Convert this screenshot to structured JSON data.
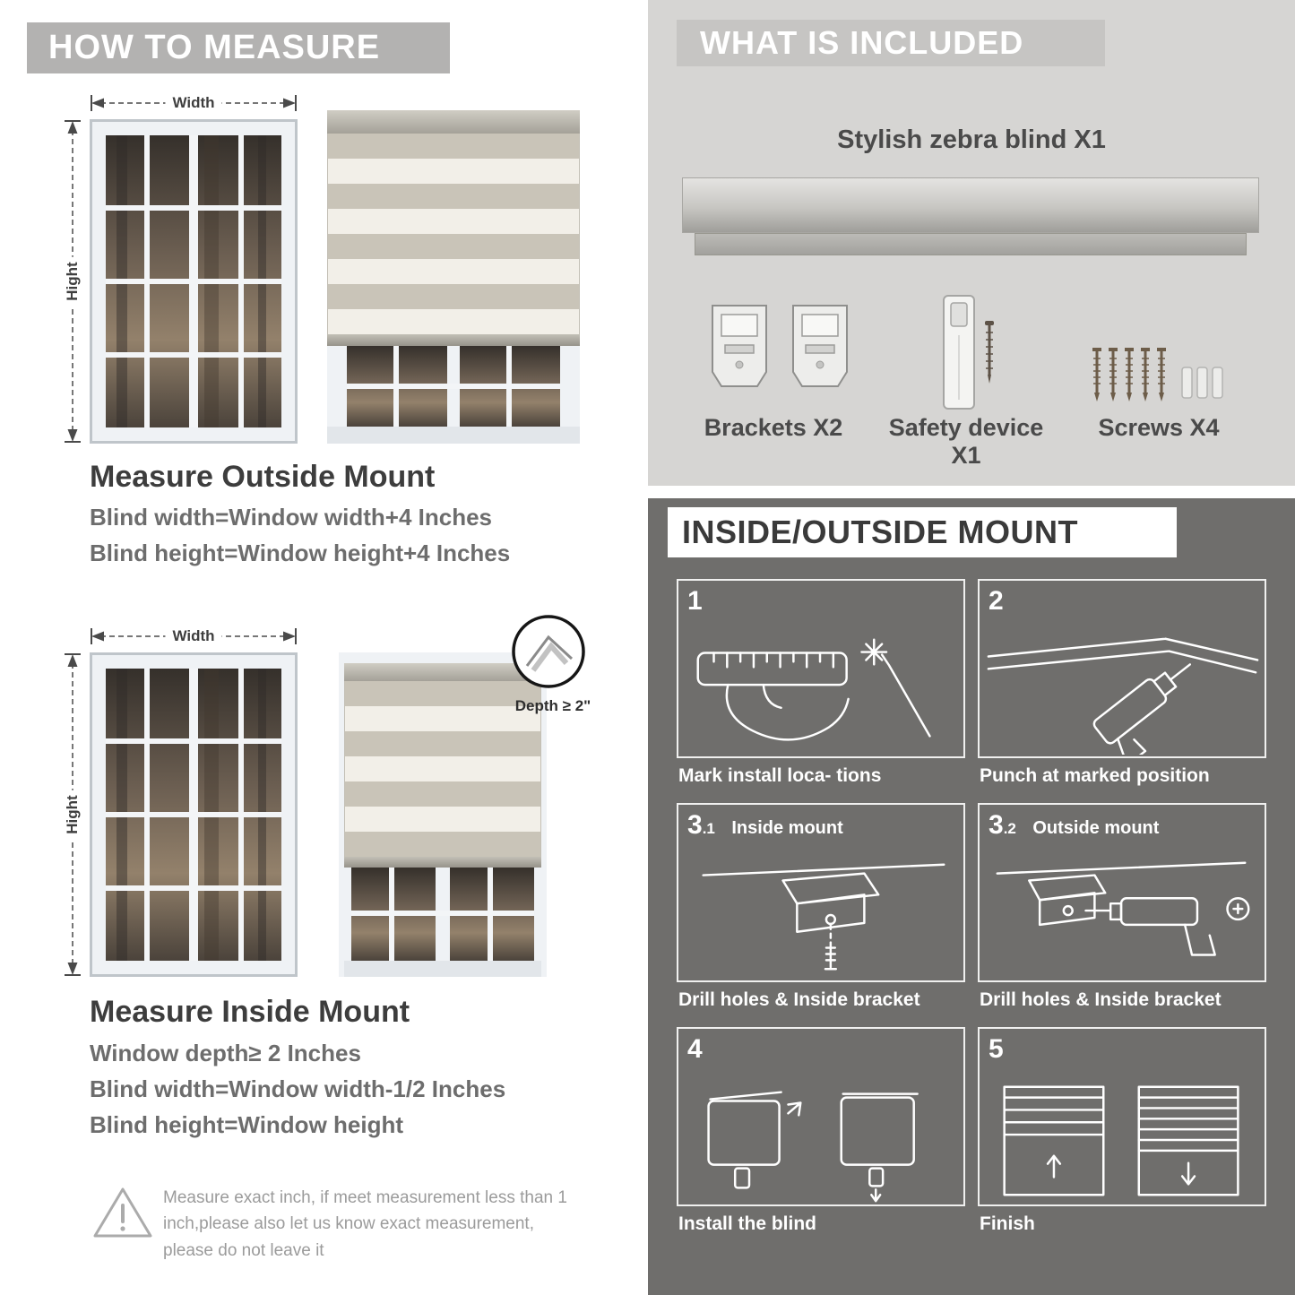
{
  "colors": {
    "left_banner": "#b3b2b1",
    "included_panel": "#d6d5d3",
    "included_band": "#c6c5c3",
    "mount_panel": "#6f6e6c",
    "stripe_tan": "#c9c4b8",
    "stripe_cream": "#f2efe8",
    "text_dark": "#4a4a4a",
    "text_gray": "#6d6d6d"
  },
  "how_to_measure": {
    "header": "HOW TO MEASURE",
    "width_label": "Width",
    "height_label": "Hight",
    "outside": {
      "title": "Measure Outside Mount",
      "lines": [
        "Blind width=Window width+4 Inches",
        "Blind height=Window height+4 Inches"
      ]
    },
    "inside": {
      "title": "Measure Inside Mount",
      "depth_callout": "Depth ≥ 2\"",
      "lines": [
        "Window depth≥ 2 Inches",
        "Blind width=Window width-1/2 Inches",
        "Blind height=Window height"
      ]
    },
    "warning_text": "Measure exact inch, if meet measurement less than 1 inch,please also let us know exact measurement, please do not leave it"
  },
  "included": {
    "header": "WHAT IS INCLUDED",
    "blind_label": "Stylish zebra blind X1",
    "items": [
      {
        "label": "Brackets X2"
      },
      {
        "label": "Safety device X1"
      },
      {
        "label": "Screws X4"
      }
    ]
  },
  "mount": {
    "header": "INSIDE/OUTSIDE MOUNT",
    "steps": [
      {
        "num": "1",
        "sub": "",
        "title": "",
        "caption": "Mark install loca- tions"
      },
      {
        "num": "2",
        "sub": "",
        "title": "",
        "caption": "Punch at marked position"
      },
      {
        "num": "3",
        "sub": ".1",
        "title": "Inside mount",
        "caption": "Drill holes & Inside bracket"
      },
      {
        "num": "3",
        "sub": ".2",
        "title": "Outside mount",
        "caption": "Drill holes & Inside bracket"
      },
      {
        "num": "4",
        "sub": "",
        "title": "",
        "caption": "Install the blind"
      },
      {
        "num": "5",
        "sub": "",
        "title": "",
        "caption": "Finish"
      }
    ]
  }
}
